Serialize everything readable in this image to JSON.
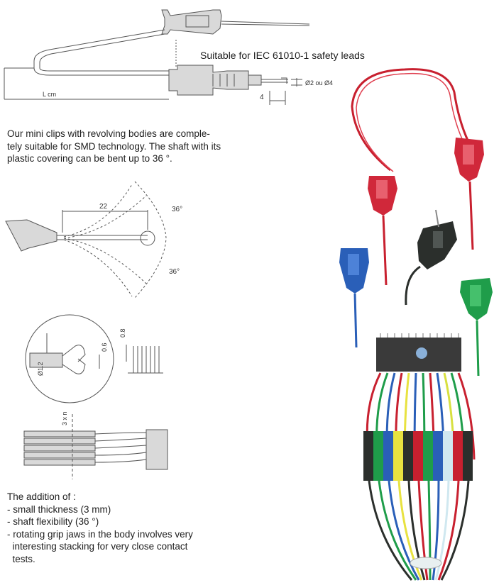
{
  "header_note": "Suitable for IEC 61010-1 safety leads",
  "fig1": {
    "label_length": "L cm",
    "label_dim": "4",
    "label_diam": "Ø2 ou Ø4"
  },
  "description_lines": [
    "Our mini clips with revolving bodies are comple-",
    "tely suitable for SMD technology. The shaft with its",
    "plastic covering can be bent up to 36 °."
  ],
  "fig2": {
    "label_length": "22",
    "angle_top": "36°",
    "angle_bottom": "36°"
  },
  "fig3": {
    "label_d12": "Ø1.2",
    "label_06": "0.6",
    "label_08": "0.8"
  },
  "fig4": {
    "label_pitch": "3 x n"
  },
  "features": {
    "heading": "The addition of :",
    "items": [
      "- small thickness (3 mm)",
      "- shaft flexibility (36 °)",
      "- rotating grip jaws in the body involves very",
      "  interesting stacking for very close contact",
      "  tests."
    ]
  },
  "colors": {
    "red": "#d0283a",
    "black": "#2b2f2c",
    "blue": "#2a5fb8",
    "green": "#1f9d4a",
    "chip": "#3a3a3a"
  }
}
